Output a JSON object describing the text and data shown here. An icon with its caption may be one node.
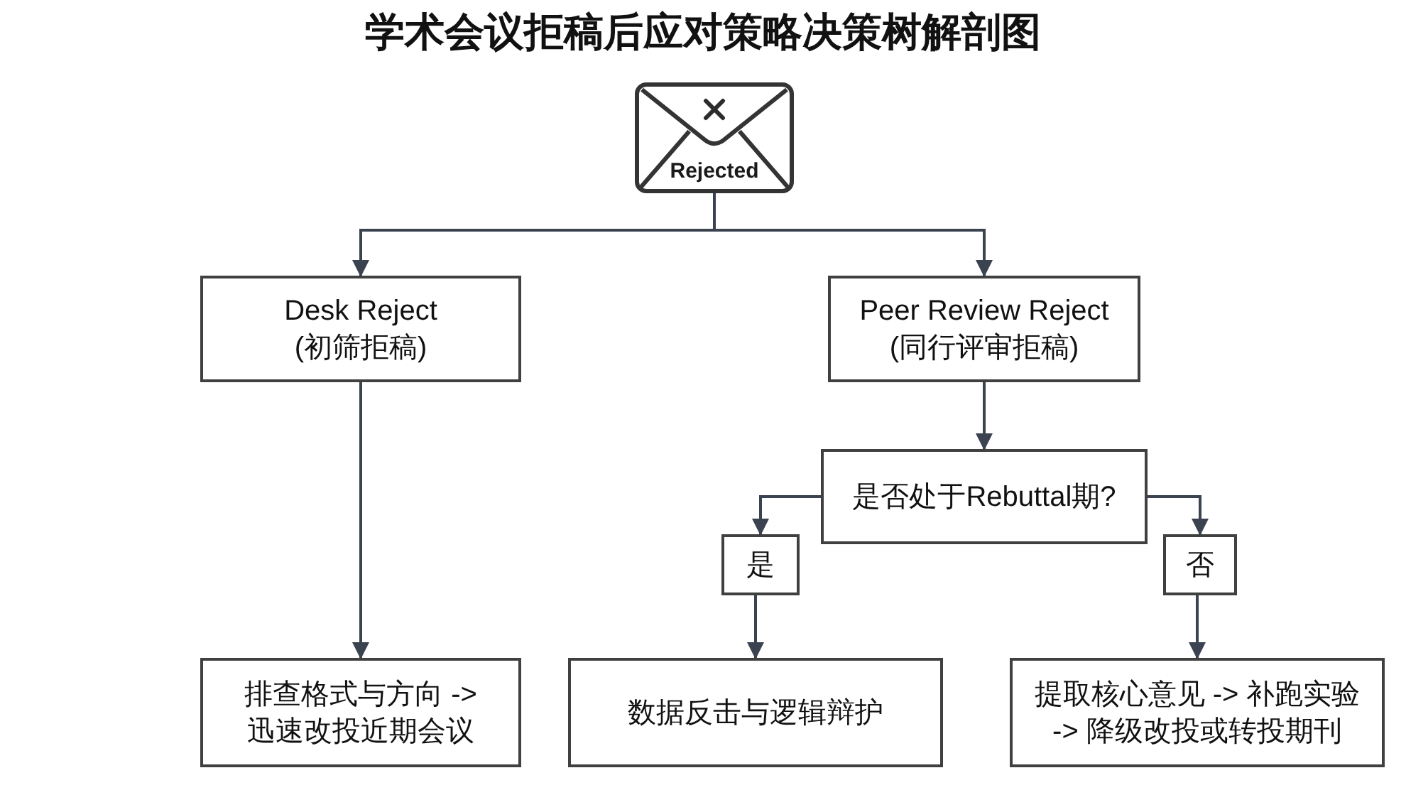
{
  "diagram": {
    "title": "学术会议拒稿后应对策略决策树解剖图",
    "nodes": [
      {
        "text": [
          "Rejected"
        ]
      },
      {
        "text": [
          "Desk Reject",
          "(初筛拒稿)"
        ]
      },
      {
        "text": [
          "Peer Review Reject",
          "(同行评审拒稿)"
        ]
      },
      {
        "text": [
          "是否处于Rebuttal期?"
        ]
      },
      {
        "text": [
          "是"
        ]
      },
      {
        "text": [
          "否"
        ]
      },
      {
        "text": [
          "排查格式与方向 -> 迅速改投近期会议"
        ]
      },
      {
        "text": [
          "数据反击与逻辑辩护"
        ]
      },
      {
        "text": [
          "提取核心意见 -> 补跑实验 -> 降级改投或转投期刊"
        ]
      }
    ],
    "edges": [
      {
        "from": 0,
        "to": 1,
        "arrow": "to"
      },
      {
        "from": 0,
        "to": 2,
        "arrow": "to"
      },
      {
        "from": 1,
        "to": 6,
        "arrow": "to"
      },
      {
        "from": 2,
        "to": 3,
        "arrow": "to"
      },
      {
        "from": 3,
        "to": 4,
        "arrow": "to"
      },
      {
        "from": 3,
        "to": 5,
        "arrow": "to"
      },
      {
        "from": 4,
        "to": 7,
        "arrow": "to"
      },
      {
        "from": 5,
        "to": 8,
        "arrow": "to"
      }
    ]
  }
}
